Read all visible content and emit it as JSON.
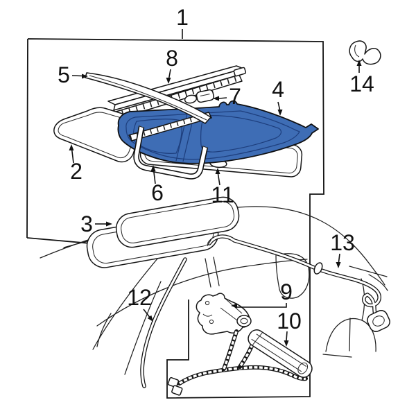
{
  "colors": {
    "background": "#ffffff",
    "line": "#1a1a1a",
    "highlight_fill": "#3e6db5",
    "highlight_inner_line": "#1e3f7e",
    "part_fill": "#ffffff"
  },
  "highlighted_callout": "4",
  "callouts": {
    "c1": "1",
    "c2": "2",
    "c3": "3",
    "c4": "4",
    "c5": "5",
    "c6": "6",
    "c7": "7",
    "c8": "8",
    "c9": "9",
    "c10": "10",
    "c11": "11",
    "c12": "12",
    "c13": "13",
    "c14": "14"
  }
}
